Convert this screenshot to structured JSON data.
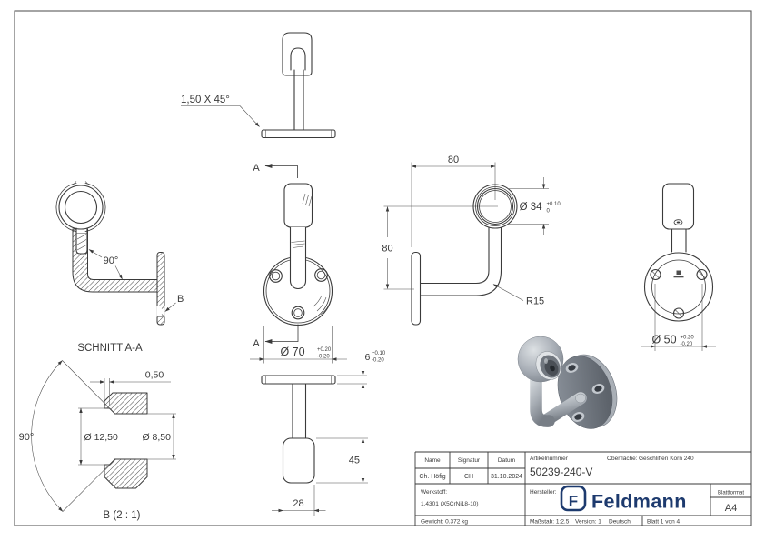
{
  "drawing": {
    "chamfer_note": "1,50 X 45°",
    "section_title": "SCHNITT A-A",
    "section_angle": "90°",
    "detail_ref": "B",
    "detail": {
      "title": "B (2 : 1)",
      "angle": "90°",
      "depth": "0,50",
      "dia_outer": "Ø 12,50",
      "dia_inner": "Ø 8,50"
    },
    "front": {
      "cut_label": "A",
      "dia_plate": "Ø 70",
      "tol_plus": "+0.20",
      "tol_minus": "-0.20"
    },
    "top": {
      "thickness": "6",
      "tol_plus": "+0.10",
      "tol_minus": "-0.20",
      "saddle_len": "45",
      "saddle_wid": "28"
    },
    "side": {
      "depth": "80",
      "height": "80",
      "dia_bore": "Ø 34",
      "tol_plus": "+0.10",
      "tol_zero": "0",
      "bend_radius": "R15"
    },
    "rear": {
      "dia_pitch": "Ø 50",
      "tol_plus": "+0.20",
      "tol_minus": "-0.20"
    }
  },
  "title_block": {
    "name_label": "Name",
    "signature_label": "Signatur",
    "date_label": "Datum",
    "name": "Ch. Höfig",
    "signature": "CH",
    "date": "31.10.2024",
    "article_label": "Artikelnummer",
    "article_number": "50239-240-V",
    "surface_label": "Oberfläche:",
    "surface_value": "Geschliffen Korn 240",
    "material_label": "Werkstoff:",
    "material_value": "1.4301 (X5CrNi18-10)",
    "manufacturer_label": "Hersteller:",
    "brand_name": "Feldmann",
    "brand_initial": "F",
    "format_label": "Blattformat",
    "format_value": "A4",
    "weight": "Gewicht: 0.372 kg",
    "scale": "Maßstab: 1:2.5",
    "version": "Version: 1",
    "language": "Deutsch",
    "sheet": "Blatt 1 von 4"
  },
  "colors": {
    "line": "#3a3a3a",
    "brand_navy": "#1d3a6e"
  }
}
